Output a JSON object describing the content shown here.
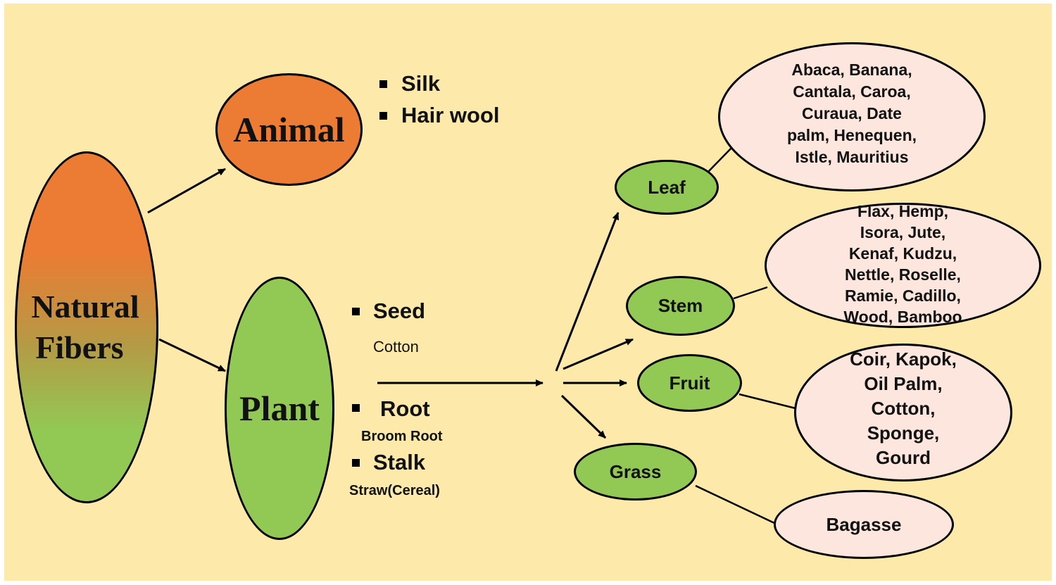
{
  "root": {
    "line1": "Natural",
    "line2": "Fibers"
  },
  "animal": {
    "label": "Animal",
    "items": [
      "Silk",
      "Hair wool"
    ]
  },
  "plant": {
    "label": "Plant",
    "seed": {
      "label": "Seed",
      "example": "Cotton"
    },
    "root": {
      "label": "Root",
      "example": "Broom Root"
    },
    "stalk": {
      "label": "Stalk",
      "example": "Straw(Cereal)"
    }
  },
  "parts": {
    "leaf": {
      "label": "Leaf",
      "lines": [
        "Abaca, Banana,",
        "Cantala, Caroa,",
        "Curaua, Date",
        "palm, Henequen,",
        "Istle, Mauritius"
      ]
    },
    "stem": {
      "label": "Stem",
      "lines": [
        "Flax, Hemp,",
        "Isora, Jute,",
        "Kenaf, Kudzu,",
        "Nettle, Roselle,",
        "Ramie, Cadillo,",
        "Wood, Bamboo"
      ]
    },
    "fruit": {
      "label": "Fruit",
      "lines": [
        "Coir, Kapok,",
        "Oil Palm,",
        "Cotton,",
        "Sponge,",
        "Gourd"
      ]
    },
    "grass": {
      "label": "Grass",
      "lines": [
        "Bagasse"
      ]
    }
  },
  "colors": {
    "background": "#fde9a9",
    "animal": "#ec7b33",
    "plant": "#92c955",
    "examples": "#fce6dd"
  }
}
